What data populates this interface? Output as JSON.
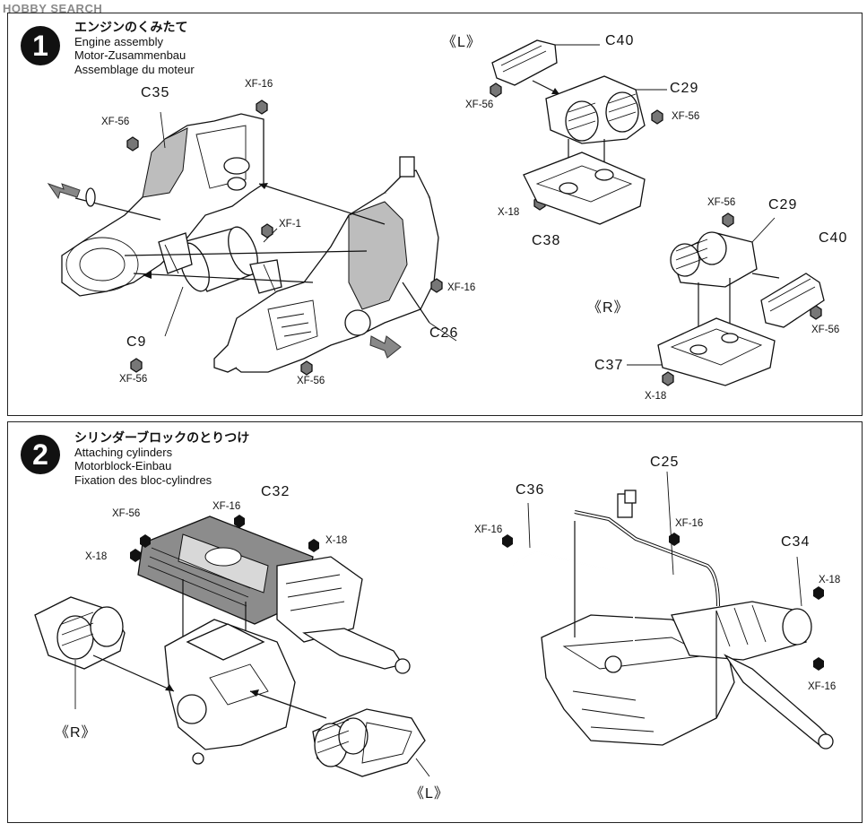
{
  "watermark": "HOBBY SEARCH",
  "step1": {
    "number": "1",
    "title_jp": "エンジンのくみたて",
    "title_en": "Engine assembly",
    "title_de": "Motor-Zusammenbau",
    "title_fr": "Assemblage du moteur",
    "labels": {
      "c35": "C35",
      "xf16_top": "XF-16",
      "xf56_left": "XF-56",
      "xf1": "XF-1",
      "c9": "C9",
      "xf56_bottom_left": "XF-56",
      "xf56_bottom_mid": "XF-56",
      "xf16_right": "XF-16",
      "c26": "C26",
      "L": "《L》",
      "c40_top": "C40",
      "xf56_c40": "XF-56",
      "c29_top": "C29",
      "xf56_c29": "XF-56",
      "x18_top": "X-18",
      "c38": "C38",
      "xf56_c29r": "XF-56",
      "c29_r": "C29",
      "c40_r": "C40",
      "R": "《R》",
      "xf56_c40r": "XF-56",
      "c37": "C37",
      "x18_r": "X-18"
    }
  },
  "step2": {
    "number": "2",
    "title_jp": "シリンダーブロックのとりつけ",
    "title_en": "Attaching cylinders",
    "title_de": "Motorblock-Einbau",
    "title_fr": "Fixation des bloc-cylindres",
    "labels": {
      "xf56": "XF-56",
      "xf16": "XF-16",
      "c32": "C32",
      "x18_left": "X-18",
      "x18_right": "X-18",
      "R": "《R》",
      "L": "《L》",
      "c36": "C36",
      "c25": "C25",
      "xf16_c36": "XF-16",
      "xf16_c25": "XF-16",
      "c34": "C34",
      "x18_c34": "X-18",
      "xf16_c34": "XF-16"
    }
  }
}
